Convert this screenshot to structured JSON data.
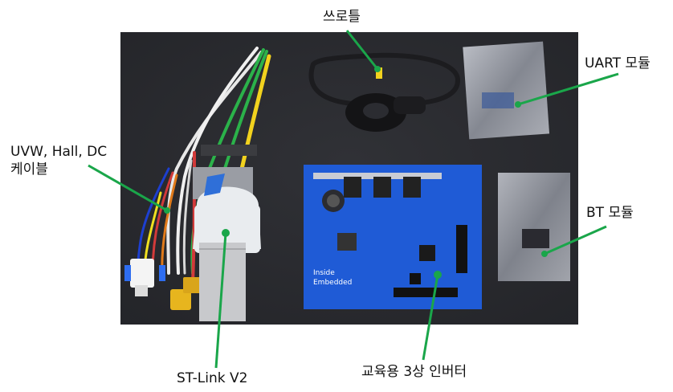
{
  "labels": {
    "throttle": "쓰로틀",
    "uart": "UART 모듈",
    "cable_line1": "UVW, Hall, DC",
    "cable_line2": "케이블",
    "bt": "BT 모듈",
    "stlink": "ST-Link V2",
    "inverter": "교육용 3상 인버터",
    "board_text_1": "Inside",
    "board_text_2": "Embedded"
  },
  "colors": {
    "leader_line": "#1aa64a",
    "background_mat": "#2b2c31",
    "pcb_blue": "#1f5bd6",
    "stlink_white": "#e9ecef"
  }
}
